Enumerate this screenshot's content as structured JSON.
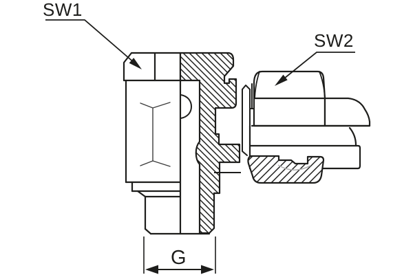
{
  "figure": {
    "type": "technical-cross-section",
    "description": "Cutaway drawing of a banjo swivel elbow fitting: vertical hollow screw with hex head, male stud thread at bottom, swivelling tube nut to the right",
    "labels": {
      "sw1": "SW1",
      "sw2": "SW2",
      "g": "G"
    },
    "colors": {
      "line": "#1d1d1b",
      "background": "#ffffff",
      "soft_edge": "#b3b3b3"
    }
  }
}
